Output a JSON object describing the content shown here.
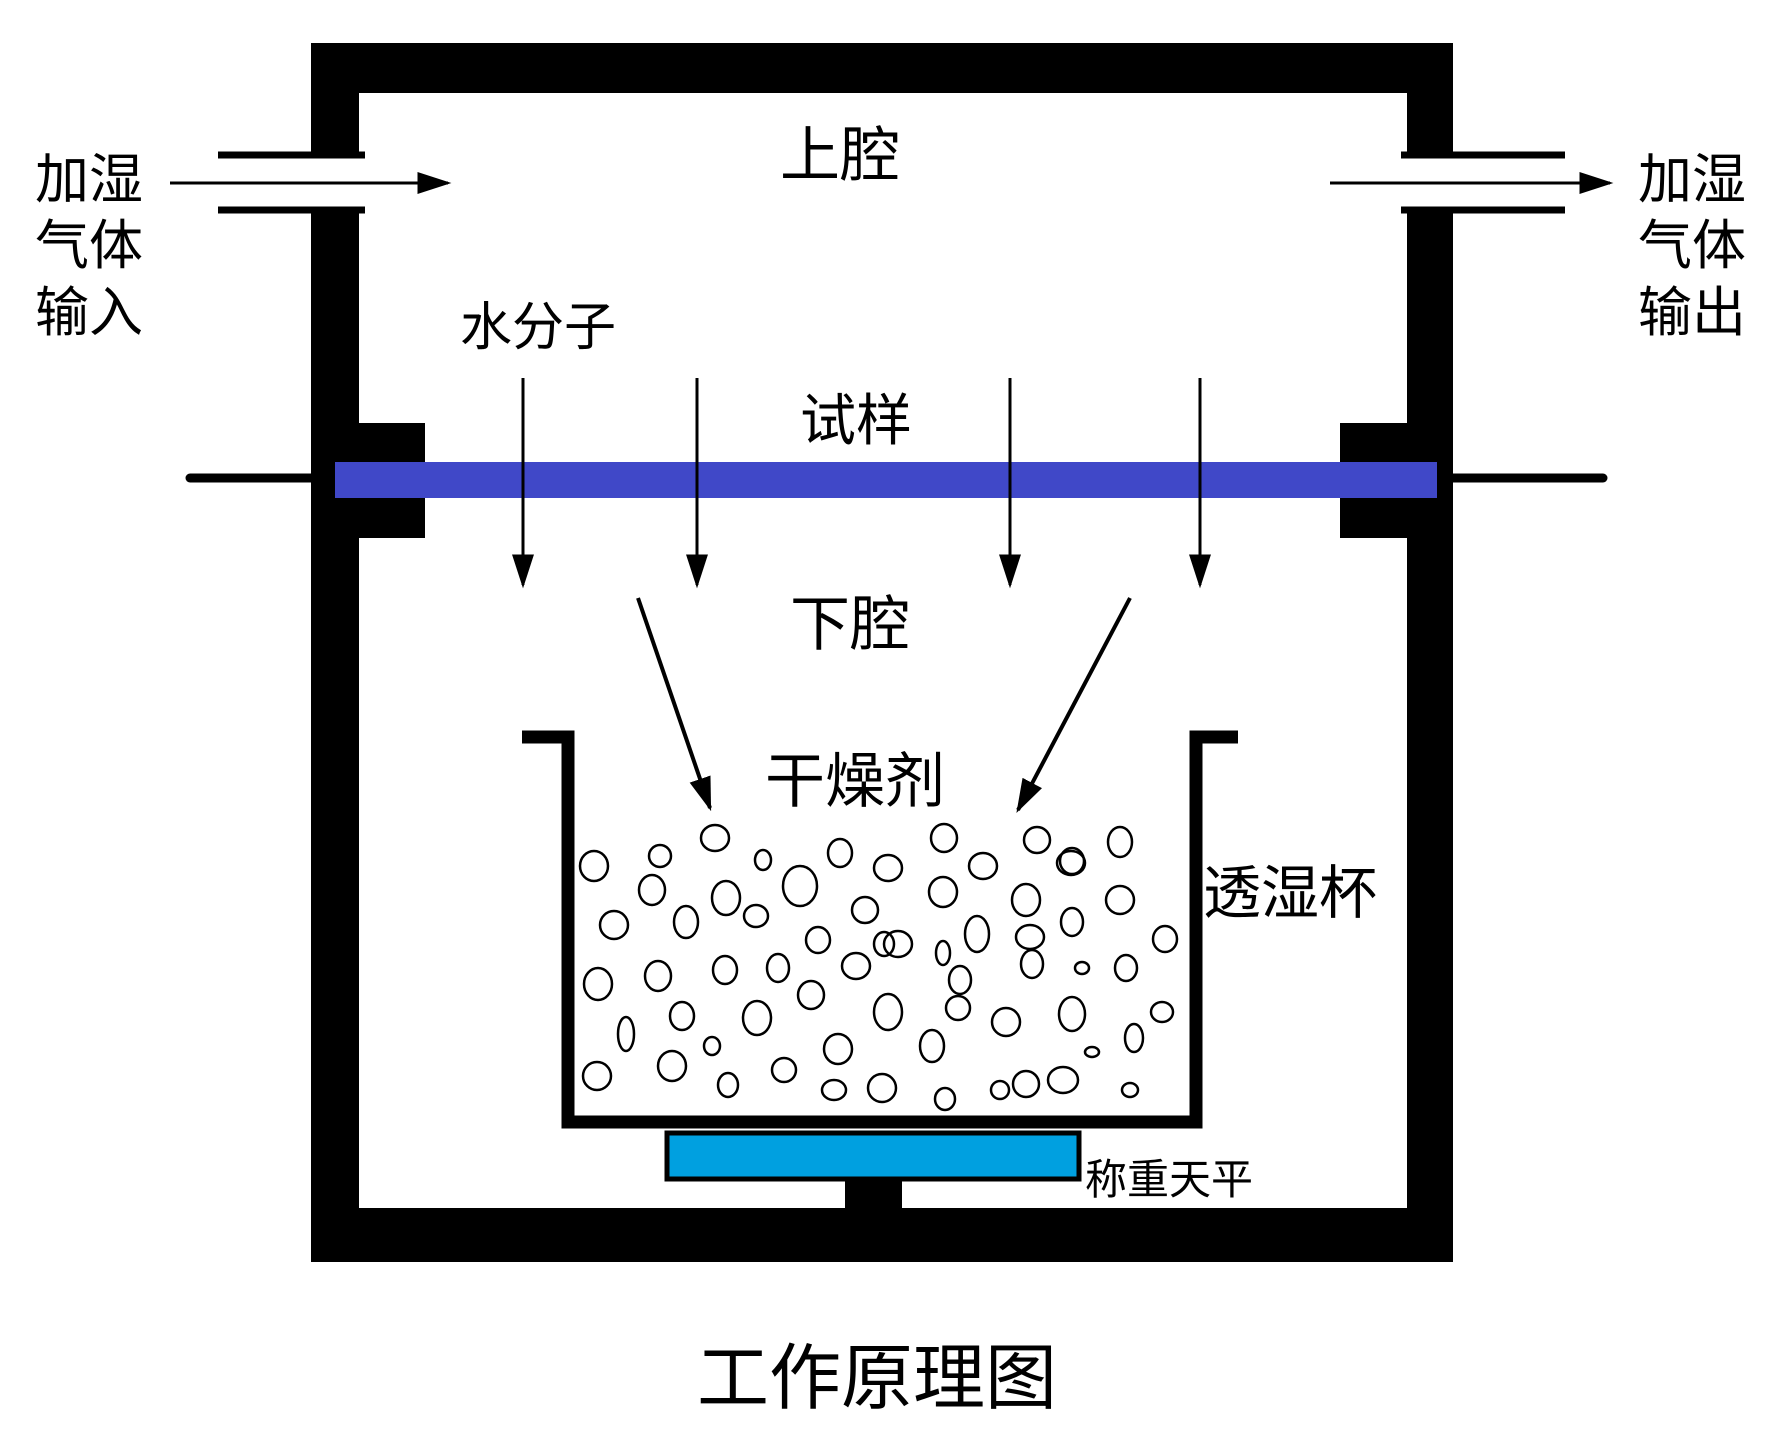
{
  "diagram": {
    "caption": "工作原理图",
    "inlet_label": [
      "加湿",
      "气体",
      "输入"
    ],
    "outlet_label": [
      "加湿",
      "气体",
      "输出"
    ],
    "upper_chamber": "上腔",
    "water_molecules": "水分子",
    "sample": "试样",
    "lower_chamber": "下腔",
    "desiccant": "干燥剂",
    "permeation_cup": "透湿杯",
    "balance": "称重天平"
  },
  "colors": {
    "frame": "#000000",
    "sample": "#4048c8",
    "balance": "#00a0e0",
    "background": "#ffffff"
  }
}
